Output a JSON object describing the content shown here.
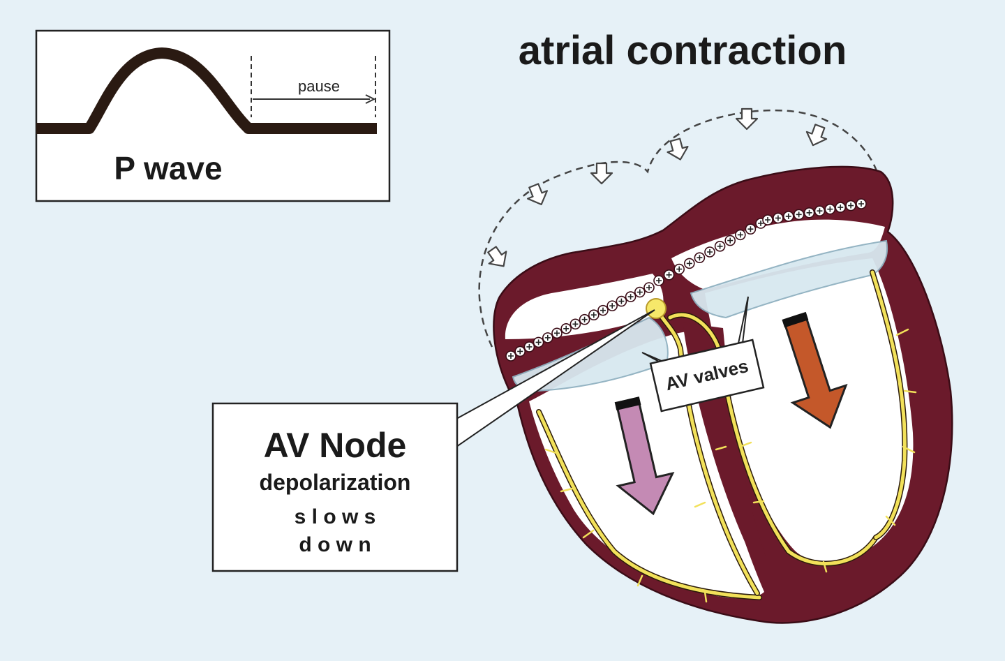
{
  "title": "atrial contraction",
  "pwave_panel": {
    "wave_label": "P wave",
    "pause_label": "pause"
  },
  "av_node_box": {
    "line1": "AV Node",
    "line2": "depolarization",
    "line3": "s l o w s",
    "line4": "d o w n"
  },
  "av_valves_label": "AV valves",
  "colors": {
    "background": "#e6f1f7",
    "myocardium": "#6b1a2b",
    "conduction": "#f2e15a",
    "arrow_left": "#c48ab4",
    "arrow_right": "#c4582a",
    "valve": "#d8e8f0"
  },
  "icons": {
    "charge": "plus-circle-icon",
    "contraction": "hollow-down-arrow-icon"
  }
}
